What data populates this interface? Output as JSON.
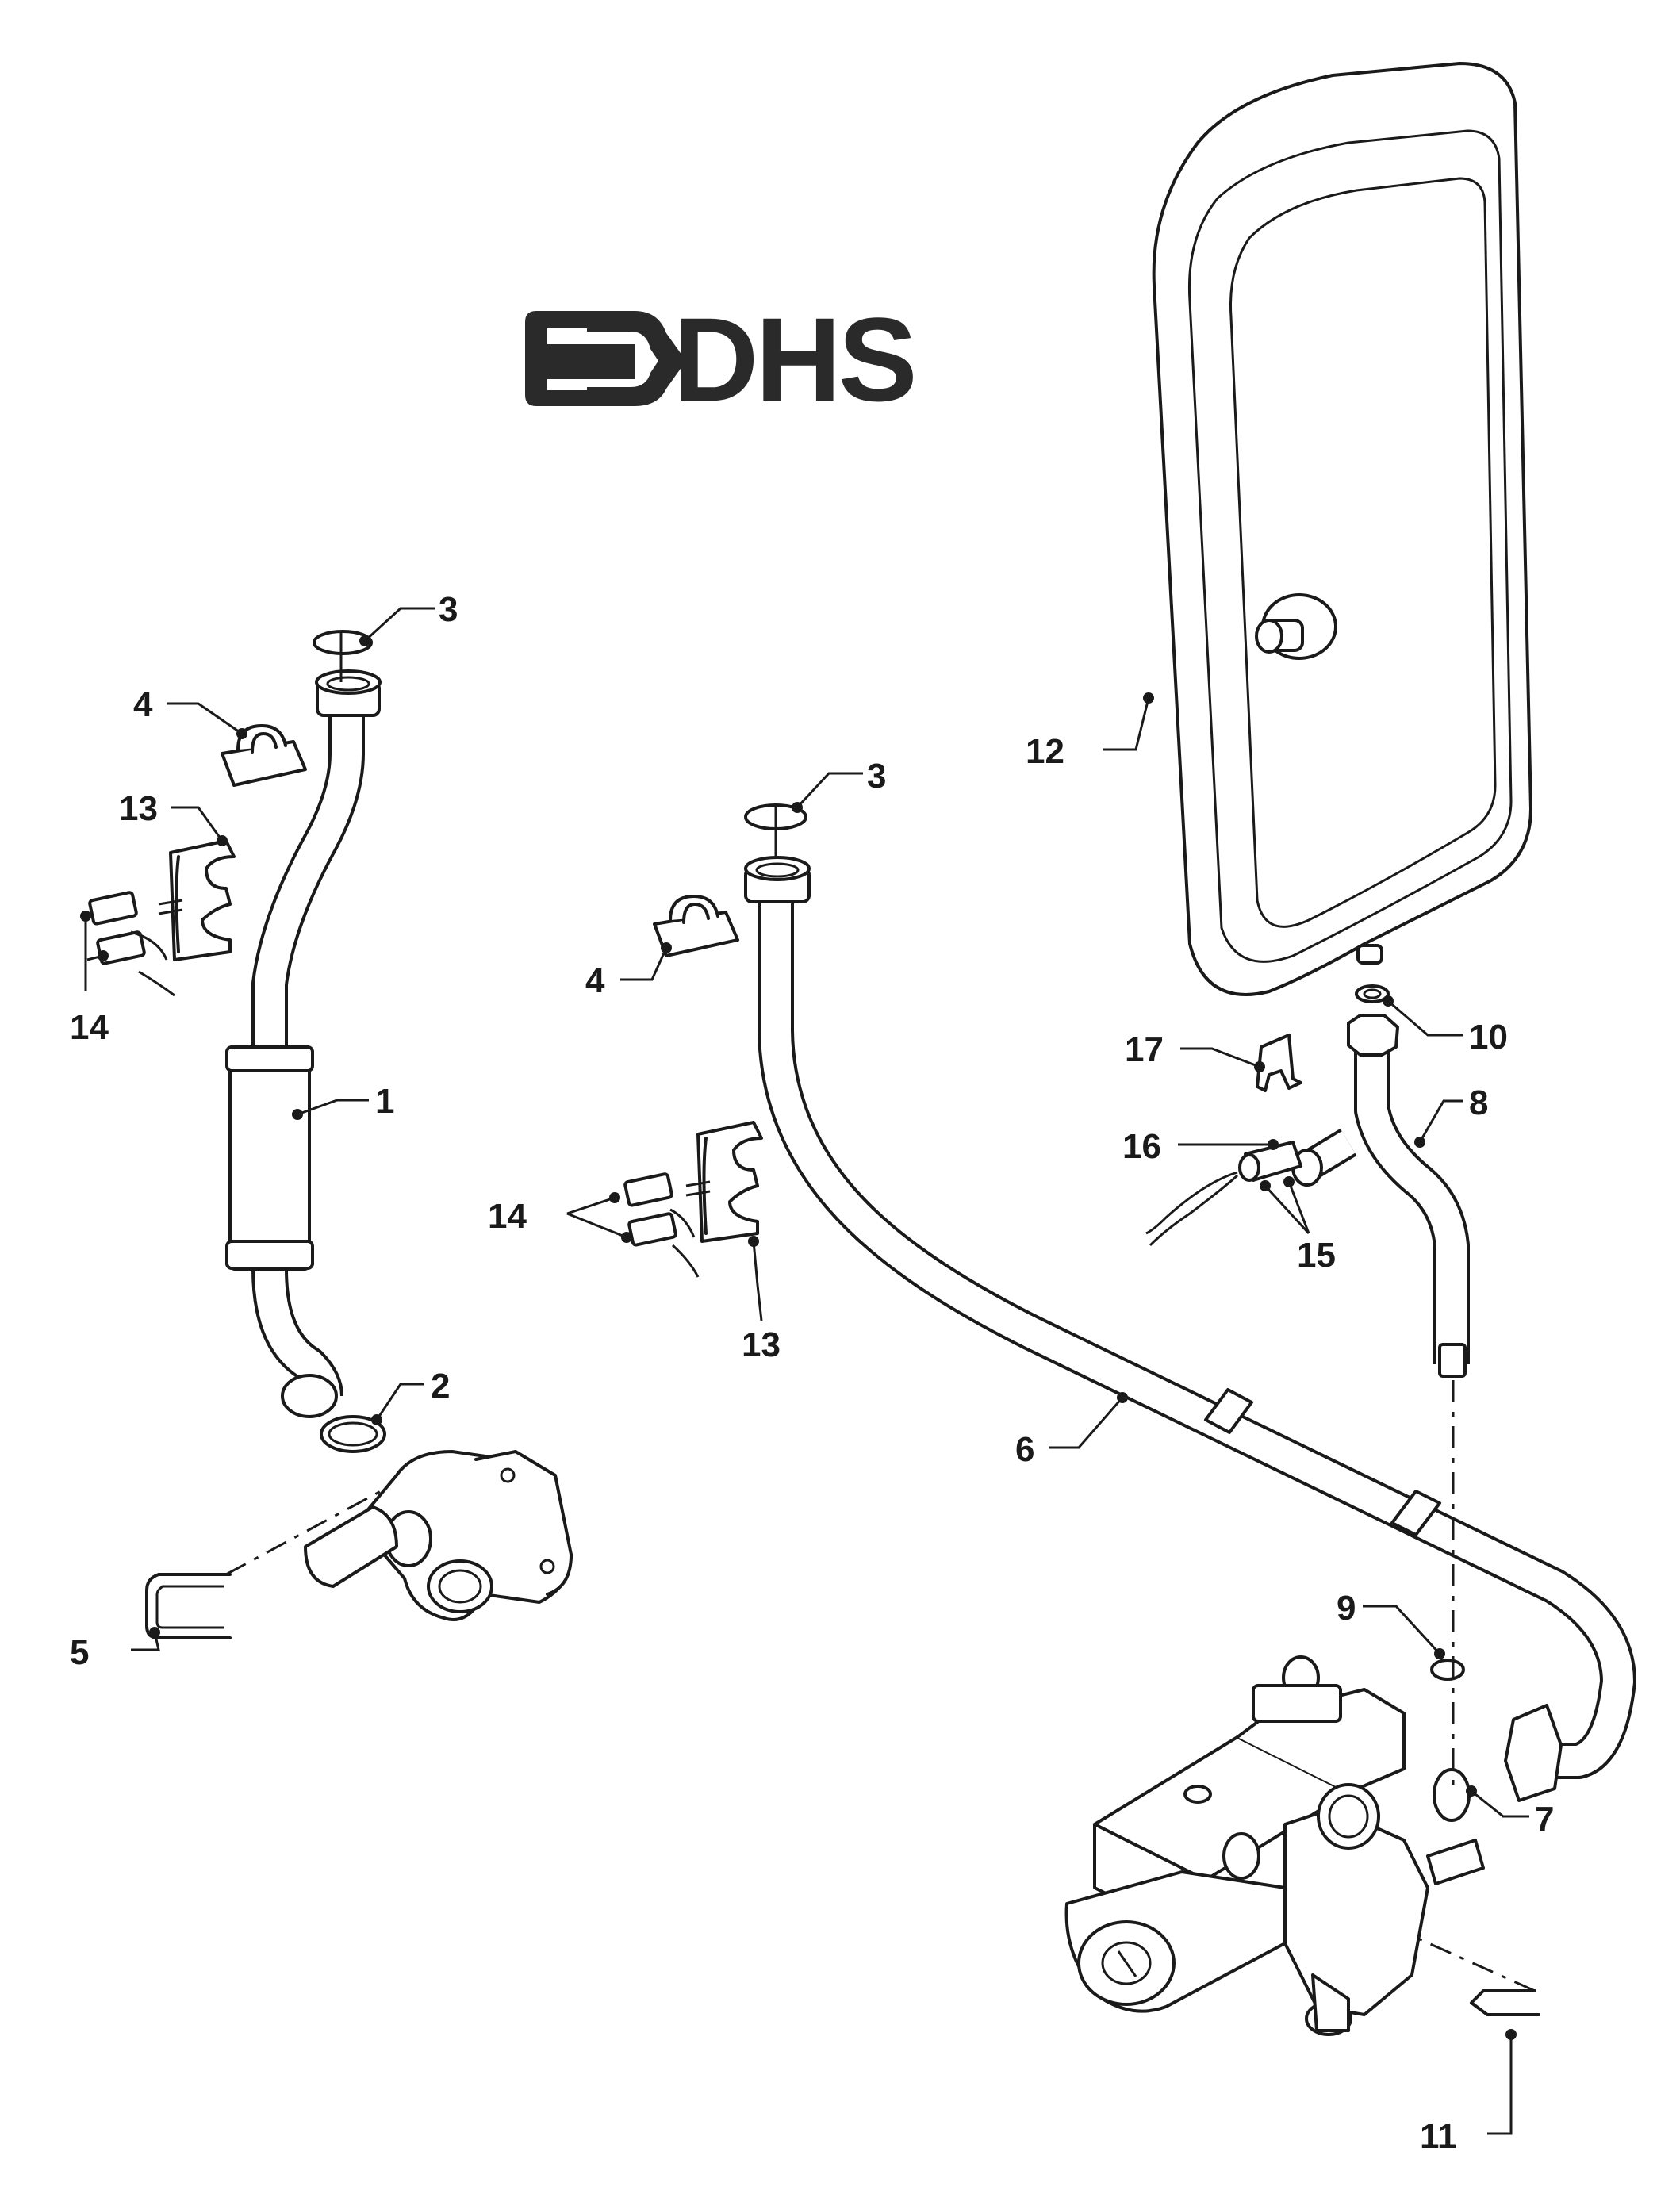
{
  "logo": {
    "text": "DHS",
    "mark": "arrow-into-bracket-logo",
    "color": "#2a2a2a"
  },
  "callouts": [
    {
      "id": "c1",
      "label": "1"
    },
    {
      "id": "c2",
      "label": "2"
    },
    {
      "id": "c3a",
      "label": "3"
    },
    {
      "id": "c3b",
      "label": "3"
    },
    {
      "id": "c4a",
      "label": "4"
    },
    {
      "id": "c4b",
      "label": "4"
    },
    {
      "id": "c5",
      "label": "5"
    },
    {
      "id": "c6",
      "label": "6"
    },
    {
      "id": "c7",
      "label": "7"
    },
    {
      "id": "c8",
      "label": "8"
    },
    {
      "id": "c9",
      "label": "9"
    },
    {
      "id": "c10",
      "label": "10"
    },
    {
      "id": "c11",
      "label": "11"
    },
    {
      "id": "c12",
      "label": "12"
    },
    {
      "id": "c13a",
      "label": "13"
    },
    {
      "id": "c13b",
      "label": "13"
    },
    {
      "id": "c14a",
      "label": "14"
    },
    {
      "id": "c14b",
      "label": "14"
    },
    {
      "id": "c15",
      "label": "15"
    },
    {
      "id": "c16",
      "label": "16"
    },
    {
      "id": "c17",
      "label": "17"
    }
  ],
  "colors": {
    "line": "#1a1a1a",
    "background": "#ffffff"
  }
}
